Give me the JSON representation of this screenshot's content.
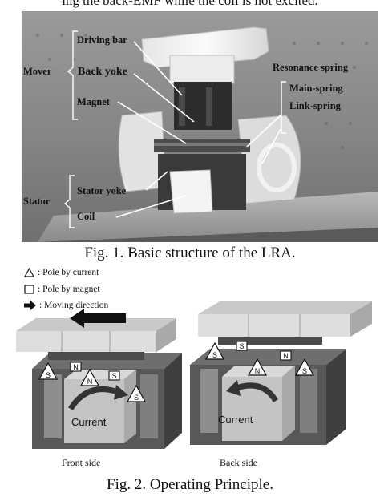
{
  "top_text": "ing the back-EMF while the coil is not excited.",
  "figure1": {
    "labels": {
      "driving_bar": "Driving bar",
      "back_yoke": "Back yoke",
      "magnet": "Magnet",
      "mover": "Mover",
      "resonance_spring": "Resonance spring",
      "main_spring": "Main-spring",
      "link_spring": "Link-spring",
      "stator": "Stator",
      "stator_yoke": "Stator yoke",
      "coil": "Coil"
    },
    "caption": "Fig. 1.  Basic structure of the LRA."
  },
  "figure2": {
    "legend": {
      "pole_current": ": Pole by current",
      "pole_magnet": ": Pole by magnet",
      "moving_direction": ": Moving direction"
    },
    "poles": {
      "south": "S",
      "north": "N"
    },
    "current_label": "Current",
    "front_label": "Front side",
    "back_label": "Back side",
    "caption": "Fig. 2.  Operating Principle."
  }
}
